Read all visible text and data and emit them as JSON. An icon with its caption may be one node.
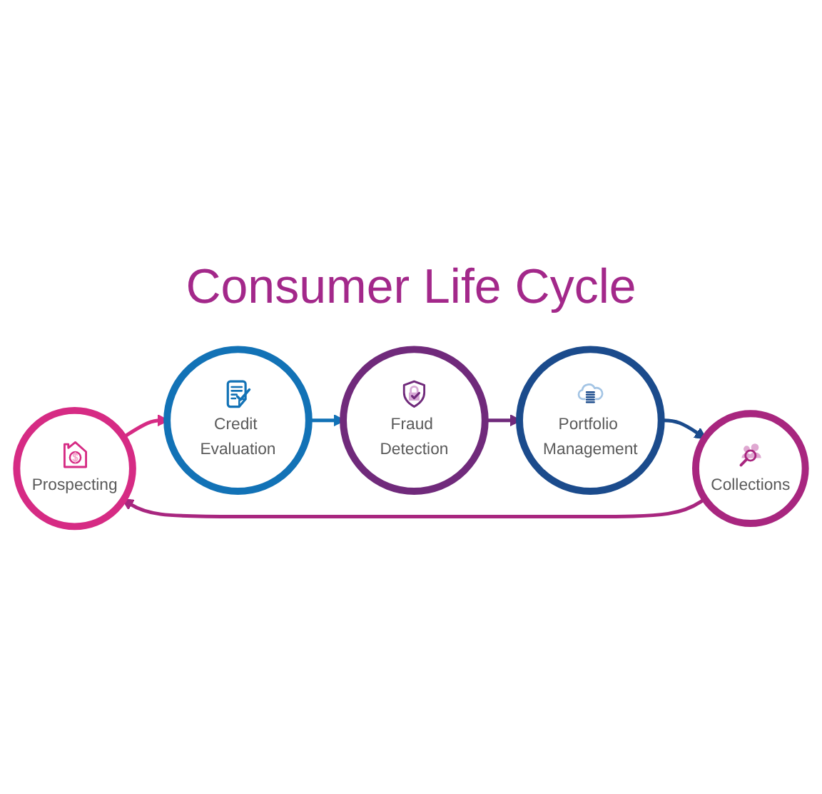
{
  "diagram": {
    "title": "Consumer Life Cycle",
    "nodes": [
      {
        "text": [
          "Prospecting"
        ]
      },
      {
        "text": [
          "Credit Evaluation"
        ]
      },
      {
        "text": [
          "Fraud Detection"
        ]
      },
      {
        "text": [
          "Portfolio Management"
        ]
      },
      {
        "text": [
          "Collections"
        ]
      }
    ],
    "edges": [
      {
        "from": 0,
        "to": 1,
        "arrow": "to",
        "color": "#d62b84"
      },
      {
        "from": 1,
        "to": 2,
        "arrow": "to",
        "color": "#1272b6"
      },
      {
        "from": 2,
        "to": 3,
        "arrow": "to",
        "color": "#702a7b"
      },
      {
        "from": 3,
        "to": 4,
        "arrow": "to",
        "color": "#1b4b8c"
      },
      {
        "from": 4,
        "to": 0,
        "arrow": "to",
        "color": "#a8267f"
      }
    ]
  }
}
